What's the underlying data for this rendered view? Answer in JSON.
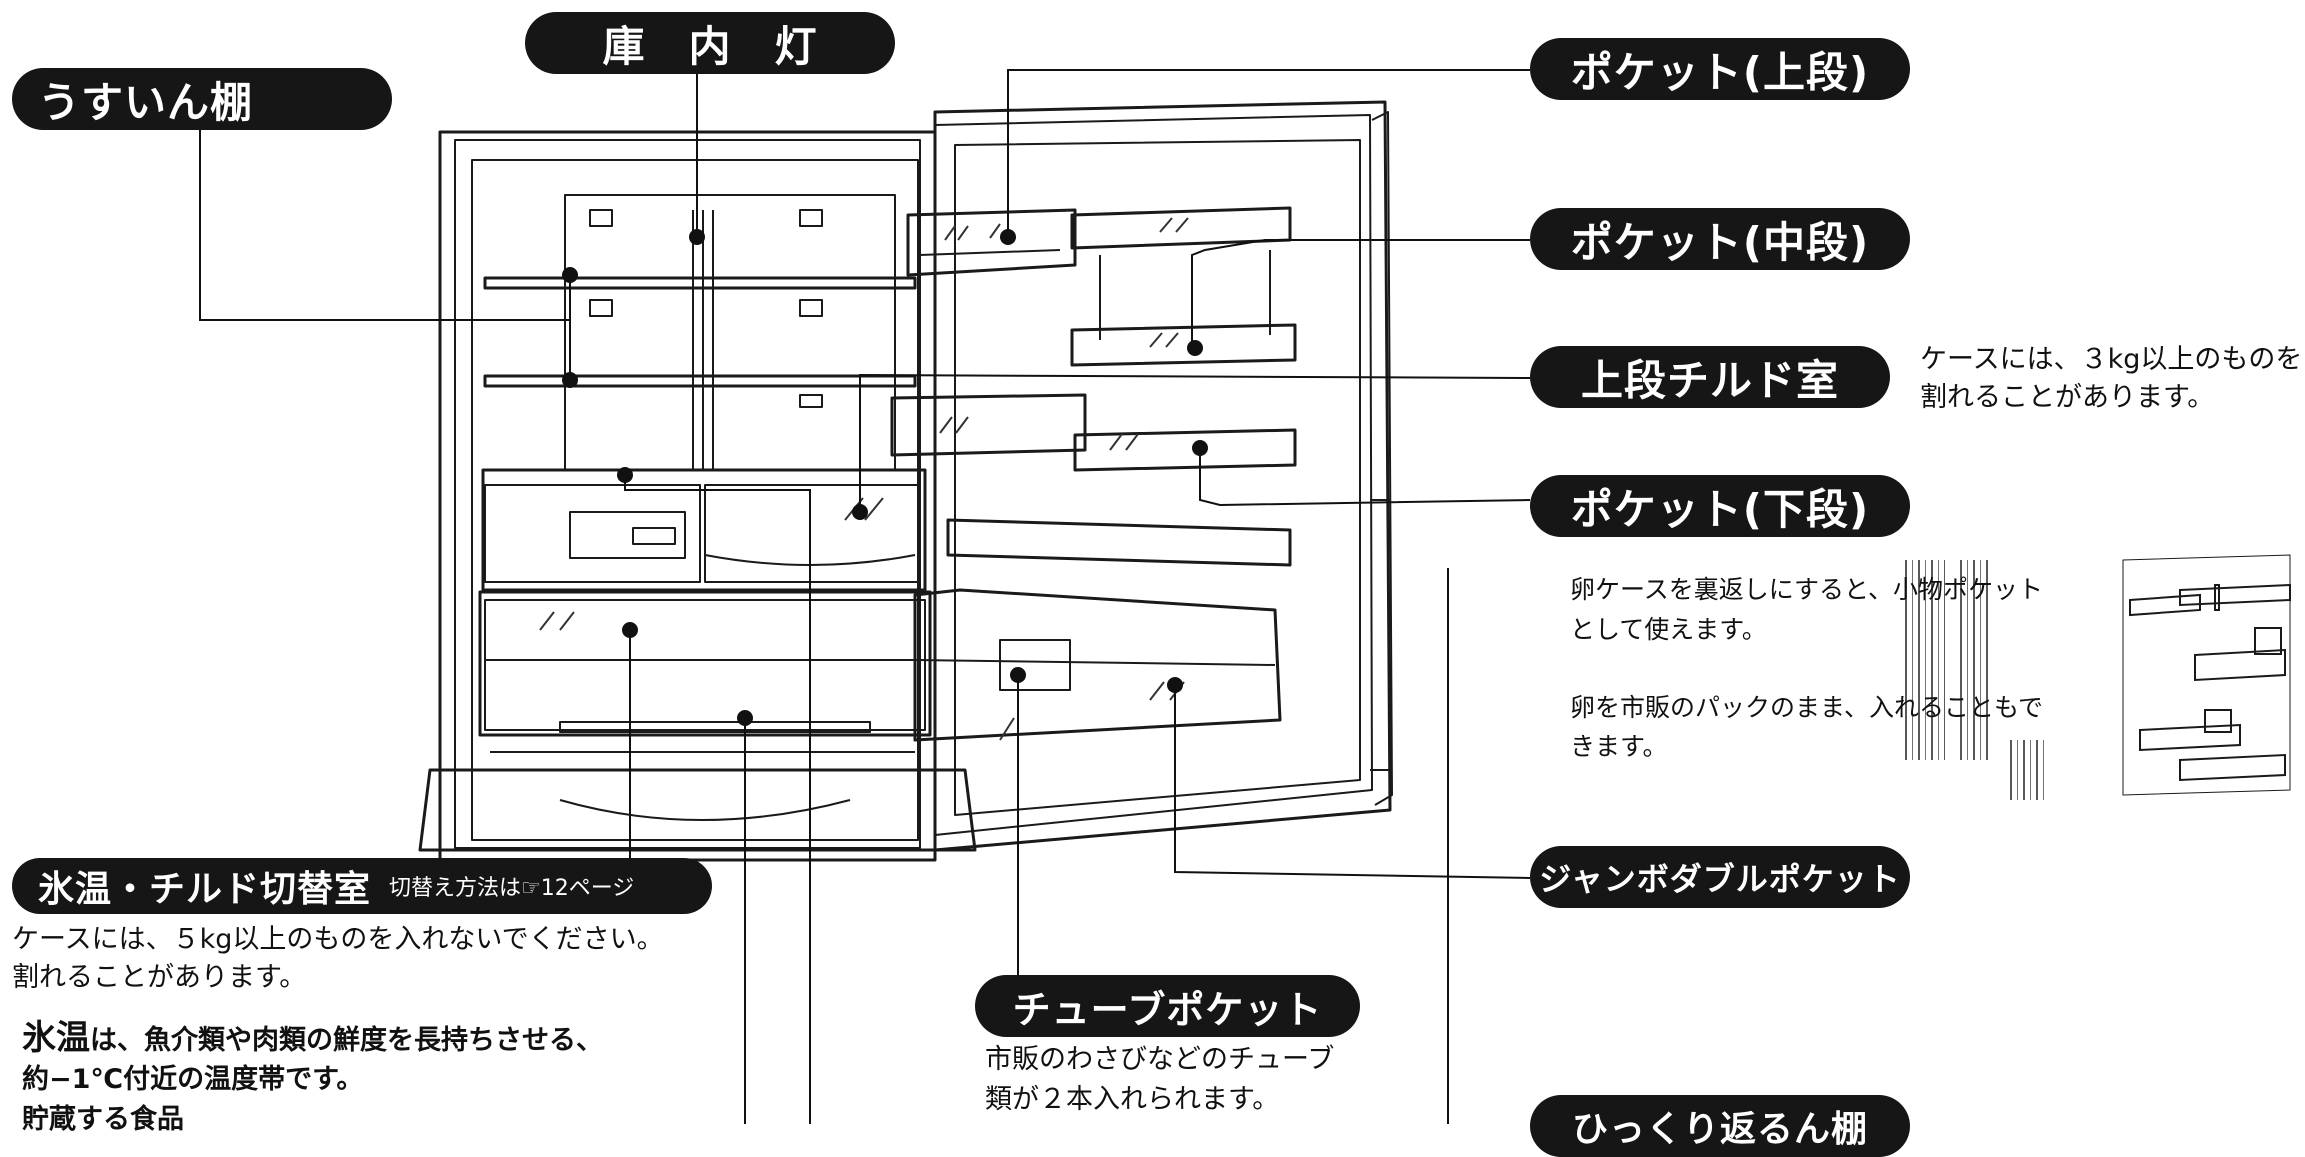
{
  "labels": {
    "usuin_tana": "うすいん棚",
    "kounai_tou": "庫　内　灯",
    "pocket_upper": "ポケット(上段)",
    "pocket_middle": "ポケット(中段)",
    "upper_chilled": "上段チルド室",
    "pocket_lower": "ポケット(下段)",
    "jumbo_double_pocket": "ジャンボダブルポケット",
    "tube_pocket": "チューブポケット",
    "ice_chilled_switch": "氷温・チルド切替室",
    "ice_chilled_switch_ref": "切替え方法は☞12ページ",
    "hikkuri_tana": "ひっくり返るん棚"
  },
  "notes": {
    "upper_chilled_line1": "ケースには、３kg以上のものを",
    "upper_chilled_line2": "割れることがあります。",
    "egg_line1": "卵ケースを裏返しにすると、小物ポケット",
    "egg_line2": "として使えます。",
    "egg_line3": "卵を市販のパックのまま、入れることもで",
    "egg_line4": "きます。",
    "switch_line1": "ケースには、５kg以上のものを入れないでください。",
    "switch_line2": "割れることがあります。",
    "ice_temp_emphasis": "氷温",
    "ice_temp_line1": "は、魚介類や肉類の鮮度を長持ちさせる、",
    "ice_temp_line2": "約−1℃付近の温度帯です。",
    "storage_food": "貯蔵する食品",
    "tube_line1": "市販のわさびなどのチューブ",
    "tube_line2": "類が２本入れられます。"
  }
}
